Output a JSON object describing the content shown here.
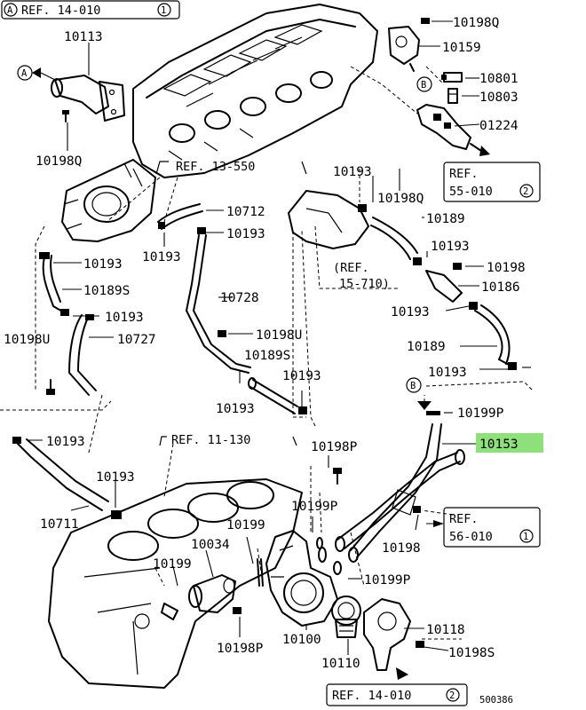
{
  "diagram_code": "500386",
  "highlight_color": "#8ee07a",
  "refs": {
    "r1": "REF. 14-010",
    "r1n": "1",
    "r2": "REF. 13-550",
    "r3": "REF.",
    "r3b": "55-010",
    "r3n": "2",
    "r4": "(REF.",
    "r4b": "15-710)",
    "r5": "REF. 11-130",
    "r6": "REF.",
    "r6b": "56-010",
    "r6n": "1",
    "r7": "REF. 14-010",
    "r7n": "2"
  },
  "callouts": {
    "a1": "A",
    "a2": "A",
    "b1": "B",
    "b2": "B"
  },
  "parts": {
    "p10113": "10113",
    "p10198q_a": "10198Q",
    "p10198q_b": "10198Q",
    "p10198q_c": "10198Q",
    "p10159": "10159",
    "p10801": "10801",
    "p10803": "10803",
    "p01224": "01224",
    "p10193_a": "10193",
    "p10712": "10712",
    "p10193_b": "10193",
    "p10193_c": "10193",
    "p10189_a": "10189",
    "p10193_d": "10193",
    "p10198": "10198",
    "p10186": "10186",
    "p10193_e": "10193",
    "p10728": "10728",
    "p10189s_a": "10189S",
    "p10193_f": "10193",
    "p10198u_a": "10198U",
    "p10727": "10727",
    "p10198u_b": "10198U",
    "p10189s_b": "10189S",
    "p10193_g": "10193",
    "p10193_h": "10193",
    "p10189_b": "10189",
    "p10193_i": "10193",
    "p10199p_a": "10199P",
    "p10153": "10153",
    "p10193_j": "10193",
    "p10198p_a": "10198P",
    "p10193_k": "10193",
    "p10711": "10711",
    "p10199p_b": "10199P",
    "p10199_a": "10199",
    "p10034": "10034",
    "p10199_b": "10199",
    "p10198_b": "10198",
    "p10199p_c": "10199P",
    "p10198p_b": "10198P",
    "p10100": "10100",
    "p10110": "10110",
    "p10118": "10118",
    "p10198s": "10198S",
    "p10193_l": "10193"
  }
}
